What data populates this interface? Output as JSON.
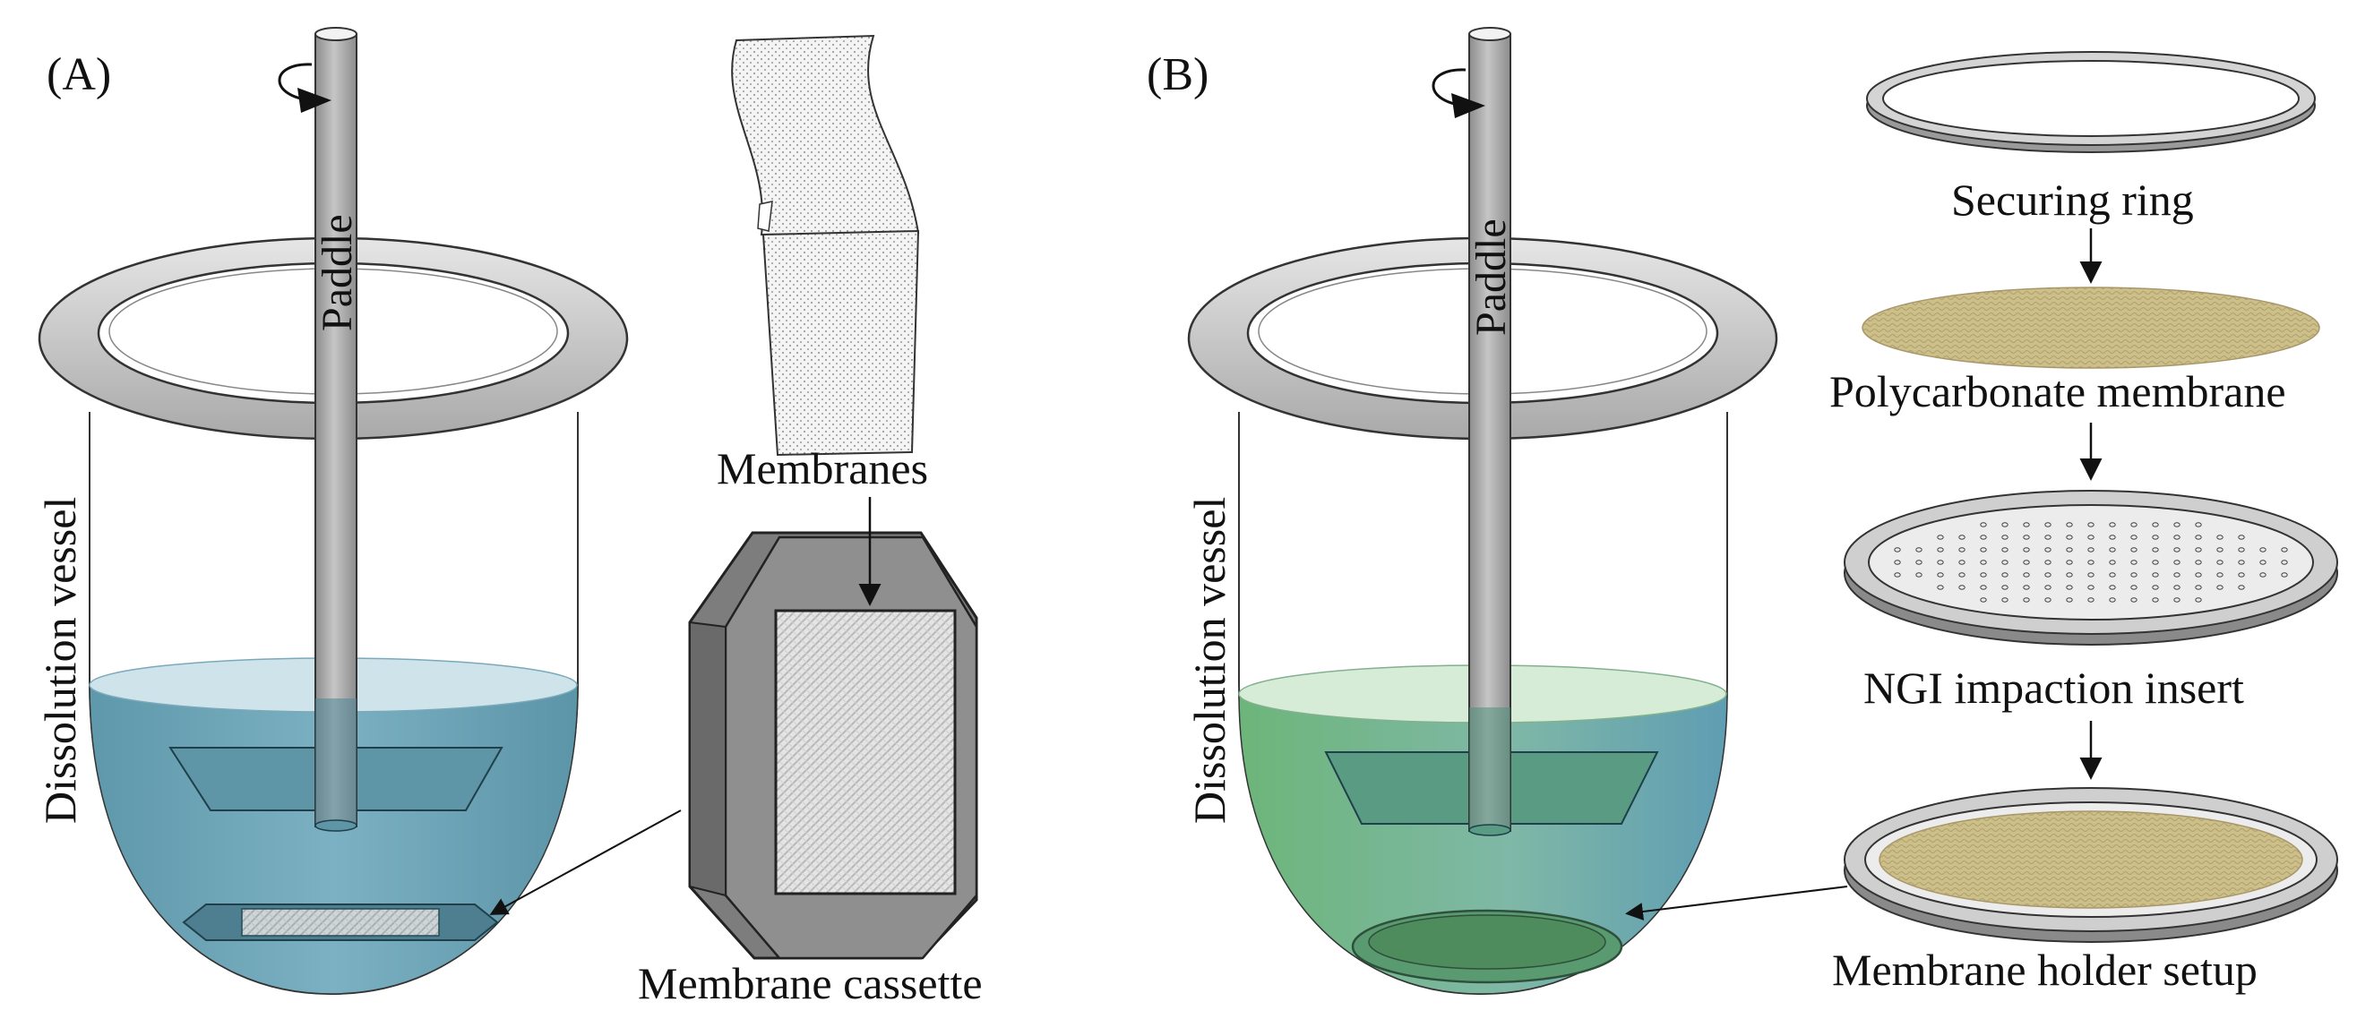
{
  "panel_a": {
    "tag": "(A)",
    "paddle_label": "Paddle",
    "vessel_label": "Dissolution vessel",
    "membranes_label": "Membranes",
    "cassette_label": "Membrane cassette"
  },
  "panel_b": {
    "tag": "(B)",
    "paddle_label": "Paddle",
    "vessel_label": "Dissolution vessel",
    "securing_ring_label": "Securing ring",
    "polycarbonate_label": "Polycarbonate membrane",
    "ngi_label": "NGI impaction insert",
    "holder_label": "Membrane holder setup"
  },
  "colors": {
    "steel": "#b9b9b9",
    "steel_dark": "#8a8a8a",
    "medium_a": "#6fa6b8",
    "medium_b_left": "#74b87a",
    "medium_b_right": "#6aa3b6",
    "membrane_gold": "#cdbf8a",
    "cassette": "#7d7d7d"
  }
}
